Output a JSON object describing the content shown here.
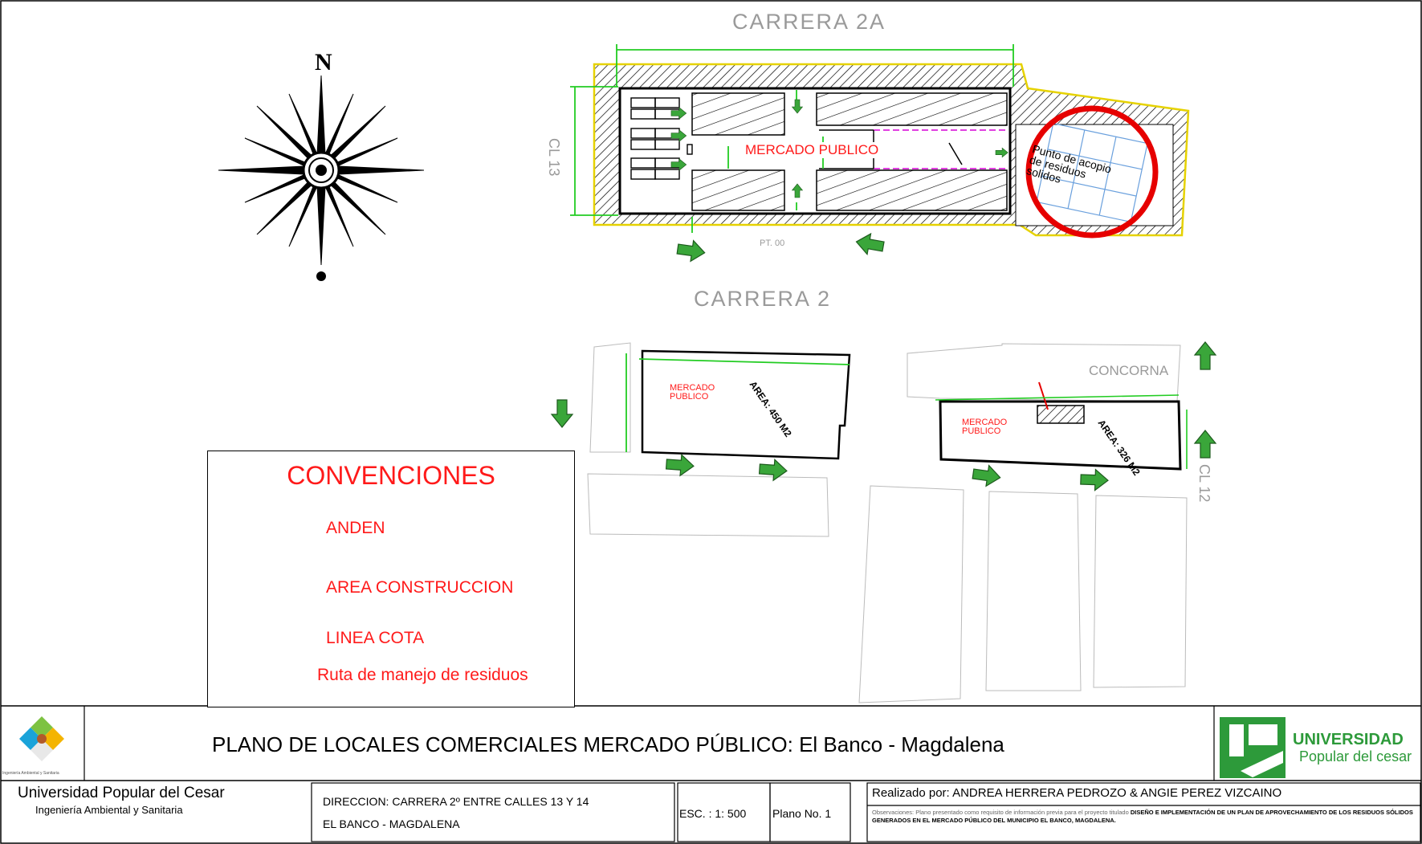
{
  "streets": {
    "top": "CARRERA 2A",
    "middle": "CARRERA 2",
    "left_calle": "CL 13",
    "right_calle": "CL 12",
    "concorna": "CONCORNA",
    "level": "PT. 00"
  },
  "compass": {
    "north_label": "N",
    "icon": "compass-rose-icon"
  },
  "plan_top": {
    "label": "MERCADO PUBLICO",
    "waste_point": [
      "Punto de acopio",
      "de residuos",
      "solidos"
    ]
  },
  "plan_left": {
    "label_line1": "MERCADO",
    "label_line2": "PUBLICO",
    "area": "AREA: 450 M2"
  },
  "plan_right": {
    "label_line1": "MERCADO",
    "label_line2": "PUBLICO",
    "area": "AREA: 326 M2"
  },
  "legend": {
    "title": "CONVENCIONES",
    "items": [
      "ANDEN",
      "AREA CONSTRUCCION",
      "LINEA COTA",
      "Ruta de manejo de residuos"
    ]
  },
  "title_block": {
    "title": "PLANO DE LOCALES COMERCIALES MERCADO PÚBLICO: El Banco - Magdalena",
    "institution": "Universidad Popular del Cesar",
    "program": "Ingeniería Ambiental y Sanitaria",
    "address_line1": "DIRECCION: CARRERA 2º ENTRE CALLES 13 Y 14",
    "address_line2": "EL BANCO - MAGDALENA",
    "scale": "ESC. : 1: 500",
    "plan_no": "Plano No. 1",
    "author": "Realizado por: ANDREA HERRERA PEDROZO & ANGIE PEREZ VIZCAINO",
    "observations_intro": "Observaciones: Plano presentado como requisito de información previa para el proyecto titulado",
    "observations_bold": "DISEÑO E IMPLEMENTACIÓN DE UN PLAN DE APROVECHAMIENTO DE LOS RESIDUOS SÓLIDOS GENERADOS EN EL MERCADO PÚBLICO DEL MUNICIPIO EL BANCO, MAGDALENA.",
    "logo_left_text": "Ingeniería Ambiental y Sanitaria",
    "logo_right_line1": "UNIVERSIDAD",
    "logo_right_line2": "Popular del cesar"
  },
  "colors": {
    "accent_red": "#ff1a1a",
    "cota_green": "#22cc22",
    "arrow_green": "#3aa63a",
    "brand_green": "#2d9a3a"
  }
}
